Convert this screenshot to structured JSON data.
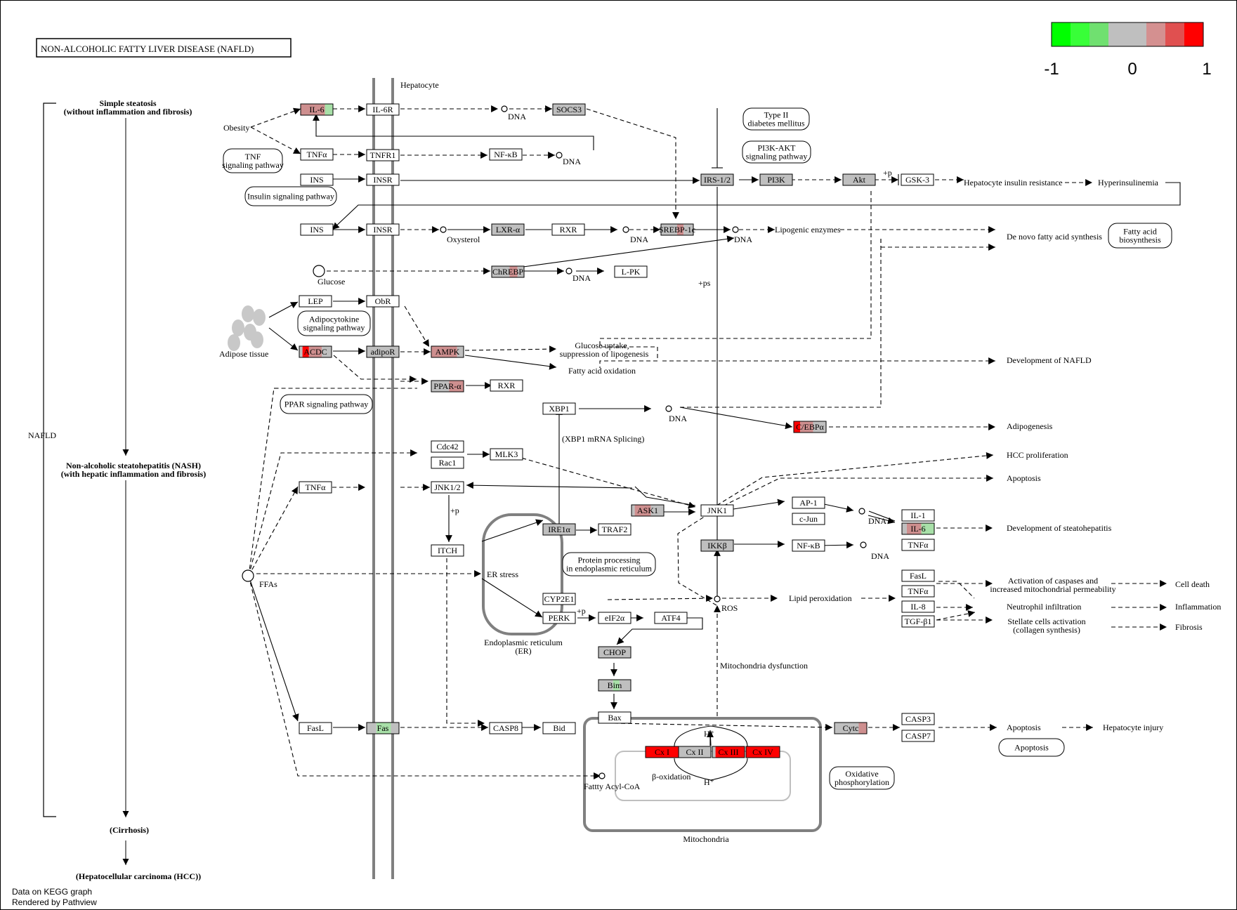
{
  "title": "NON-ALCOHOLIC FATTY LIVER DISEASE (NAFLD)",
  "colors": {
    "grey": "#bfbfbf",
    "dark_grey": "#a6a6a6",
    "pink": "#ce8f8f",
    "light_pink": "#d9a8a8",
    "red": "#ff0000",
    "green": "#00ff00",
    "light_green": "#a8e0a8",
    "white": "#ffffff"
  },
  "legend": {
    "min_label": "-1",
    "mid_label": "0",
    "max_label": "1",
    "swatches": [
      "#00ff00",
      "#38ff38",
      "#70e070",
      "#bfbfbf",
      "#bfbfbf",
      "#d49090",
      "#e05050",
      "#ff0000"
    ]
  },
  "footer": {
    "line1": "Data on KEGG graph",
    "line2": "Rendered by Pathview"
  },
  "disease_progression": {
    "side_label": "NAFLD",
    "stages": [
      {
        "line1": "Simple steatosis",
        "line2": "(without inflammation and fibrosis)"
      },
      {
        "line1": "Non-alcoholic steatohepatitis (NASH)",
        "line2": "(with hepatic inflammation and fibrosis)"
      },
      {
        "line1": "(Cirrhosis)",
        "line2": ""
      },
      {
        "line1": "(Hepatocellular carcinoma (HCC))",
        "line2": ""
      }
    ]
  },
  "compartments": {
    "hepatocyte": "Hepatocyte",
    "er_line1": "Endoplasmic reticulum",
    "er_line2": "(ER)",
    "er_stress": "ER stress",
    "mitochondria": "Mitochondria"
  },
  "nodes": {
    "IL6_top": "IL-6",
    "IL6R": "IL-6R",
    "SOCS3": "SOCS3",
    "TNFa_top": "TNFα",
    "TNFR1": "TNFR1",
    "NFkB_top": "NF-κB",
    "INS_1": "INS",
    "INSR_1": "INSR",
    "IRS12": "IRS-1/2",
    "PI3K": "PI3K",
    "Akt": "Akt",
    "GSK3": "GSK-3",
    "INS_2": "INS",
    "INSR_2": "INSR",
    "LXRa": "LXR-α",
    "RXR_1": "RXR",
    "SREBP1c": "SREBP-1c",
    "ChREBP": "ChREBP",
    "LPK": "L-PK",
    "LEP": "LEP",
    "ObR": "ObR",
    "ACDC": "ACDC",
    "adipoR": "adipoR",
    "AMPK": "AMPK",
    "PPARa": "PPAR-α",
    "RXR_2": "RXR",
    "XBP1": "XBP1",
    "CEBPa": "C/EBPα",
    "Cdc42": "Cdc42",
    "Rac1": "Rac1",
    "MLK3": "MLK3",
    "TNFa_mid": "TNFα",
    "JNK12": "JNK1/2",
    "ASK1": "ASK1",
    "JNK1": "JNK1",
    "AP1": "AP-1",
    "cJun": "c-Jun",
    "IL1": "IL-1",
    "IL6_right": "IL-6",
    "TNFa_right": "TNFα",
    "ITCH": "ITCH",
    "IRE1a": "IRE1α",
    "TRAF2": "TRAF2",
    "IKKb": "IKKβ",
    "NFkB_mid": "NF-κB",
    "CYP2E1": "CYP2E1",
    "PERK": "PERK",
    "eIF2a": "eIF2α",
    "ATF4": "ATF4",
    "FasL_r": "FasL",
    "TNFa_r2": "TNFα",
    "IL8": "IL-8",
    "TGFb1": "TGF-β1",
    "CHOP": "CHOP",
    "Bim": "Bim",
    "Bax": "Bax",
    "FasL": "FasL",
    "Fas": "Fas",
    "CASP8": "CASP8",
    "Bid": "Bid",
    "Cytc": "Cytc",
    "CASP3": "CASP3",
    "CASP7": "CASP7",
    "CxI": "Cx I",
    "CxII": "Cx II",
    "CxIII": "Cx III",
    "CxIV": "Cx IV"
  },
  "pathway_links": {
    "tnf": {
      "line1": "TNF",
      "line2": "signaling pathway"
    },
    "insulin": {
      "line1": "Insulin signaling pathway",
      "line2": ""
    },
    "t2d": {
      "line1": "Type II",
      "line2": "diabetes mellitus"
    },
    "pi3k": {
      "line1": "PI3K-AKT",
      "line2": "signaling pathway"
    },
    "fatty_acid_bio": {
      "line1": "Fatty acid",
      "line2": "biosynthesis"
    },
    "adipocytokine": {
      "line1": "Adipocytokine",
      "line2": "signaling pathway"
    },
    "ppar": {
      "line1": "PPAR signaling pathway",
      "line2": ""
    },
    "protein_processing": {
      "line1": "Protein processing",
      "line2": "in endoplasmic reticulum"
    },
    "apoptosis": {
      "line1": "Apoptosis",
      "line2": ""
    },
    "oxphos": {
      "line1": "Oxidative",
      "line2": "phosphorylation"
    }
  },
  "labels": {
    "obesity": "Obesity",
    "dna": "DNA",
    "oxysterol": "Oxysterol",
    "glucose": "Glucose",
    "adipose": "Adipose tissue",
    "ffas": "FFAs",
    "ros": "ROS",
    "fatty_acylcoa": "Fattty Acyl-CoA",
    "b_oxidation": "β-oxidation",
    "h_plus": "H⁺",
    "xbp1_splicing": "(XBP1 mRNA Splicing)",
    "plus_ps": "+ps",
    "plus_p": "+p",
    "mito_dysfunction": "Mitochondria dysfunction",
    "hep_insulin_res": "Hepatocyte insulin resistance",
    "hyperinsulinemia": "Hyperinsulinemia",
    "lipogenic": "Lipogenic enzymes",
    "denovo": "De novo fatty acid synthesis",
    "glucose_uptake_1": "Glucose uptake,",
    "glucose_uptake_2": "suppression of lipogenesis",
    "fa_oxidation": "Fatty acid oxidation",
    "dev_nafld": "Development of NAFLD",
    "adipogenesis": "Adipogenesis",
    "hcc_prolif": "HCC proliferation",
    "apoptosis_1": "Apoptosis",
    "dev_steato": "Development of steatohepatitis",
    "lipid_perox": "Lipid peroxidation",
    "caspases_1": "Activation of caspases and",
    "caspases_2": "increased mitochondrial permeability",
    "cell_death": "Cell death",
    "neutrophil": "Neutrophil infiltration",
    "inflammation": "Inflammation",
    "stellate_1": "Stellate cells activation",
    "stellate_2": "(collagen synthesis)",
    "fibrosis": "Fibrosis",
    "apoptosis_2": "Apoptosis",
    "hep_injury": "Hepatocyte injury"
  }
}
